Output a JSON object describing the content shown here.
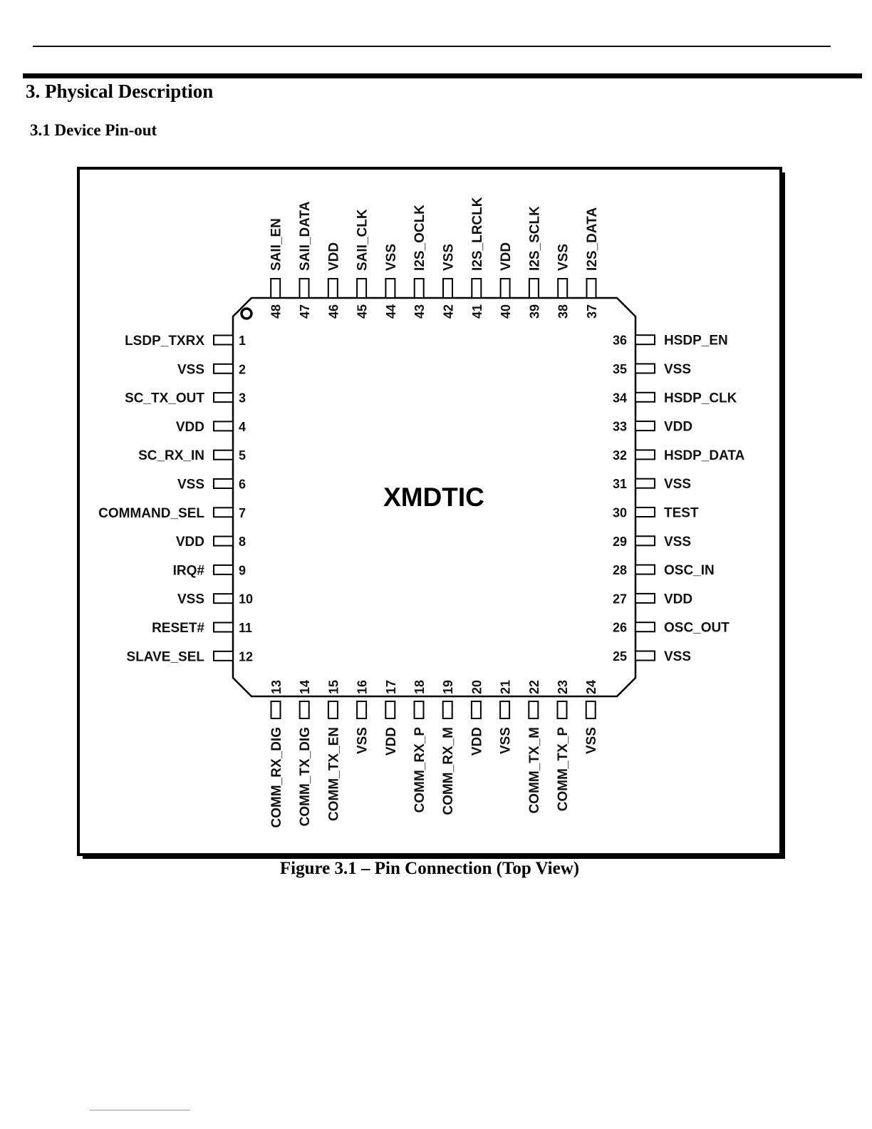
{
  "section_title": "3. Physical Description",
  "subsection_title": "3.1 Device Pin-out",
  "diagram": {
    "chip_name": "XMDTIC",
    "pins_left": [
      {
        "num": "1",
        "name": "LSDP_TXRX"
      },
      {
        "num": "2",
        "name": "VSS"
      },
      {
        "num": "3",
        "name": "SC_TX_OUT"
      },
      {
        "num": "4",
        "name": "VDD"
      },
      {
        "num": "5",
        "name": "SC_RX_IN"
      },
      {
        "num": "6",
        "name": "VSS"
      },
      {
        "num": "7",
        "name": "COMMAND_SEL"
      },
      {
        "num": "8",
        "name": "VDD"
      },
      {
        "num": "9",
        "name": "IRQ#"
      },
      {
        "num": "10",
        "name": "VSS"
      },
      {
        "num": "11",
        "name": "RESET#"
      },
      {
        "num": "12",
        "name": "SLAVE_SEL"
      }
    ],
    "pins_bottom": [
      {
        "num": "13",
        "name": "COMM_RX_DIG"
      },
      {
        "num": "14",
        "name": "COMM_TX_DIG"
      },
      {
        "num": "15",
        "name": "COMM_TX_EN"
      },
      {
        "num": "16",
        "name": "VSS"
      },
      {
        "num": "17",
        "name": "VDD"
      },
      {
        "num": "18",
        "name": "COMM_RX_P"
      },
      {
        "num": "19",
        "name": "COMM_RX_M"
      },
      {
        "num": "20",
        "name": "VDD"
      },
      {
        "num": "21",
        "name": "VSS"
      },
      {
        "num": "22",
        "name": "COMM_TX_M"
      },
      {
        "num": "23",
        "name": "COMM_TX_P"
      },
      {
        "num": "24",
        "name": "VSS"
      }
    ],
    "pins_right": [
      {
        "num": "25",
        "name": "VSS"
      },
      {
        "num": "26",
        "name": "OSC_OUT"
      },
      {
        "num": "27",
        "name": "VDD"
      },
      {
        "num": "28",
        "name": "OSC_IN"
      },
      {
        "num": "29",
        "name": "VSS"
      },
      {
        "num": "30",
        "name": "TEST"
      },
      {
        "num": "31",
        "name": "VSS"
      },
      {
        "num": "32",
        "name": "HSDP_DATA"
      },
      {
        "num": "33",
        "name": "VDD"
      },
      {
        "num": "34",
        "name": "HSDP_CLK"
      },
      {
        "num": "35",
        "name": "VSS"
      },
      {
        "num": "36",
        "name": "HSDP_EN"
      }
    ],
    "pins_top": [
      {
        "num": "37",
        "name": "I2S_DATA"
      },
      {
        "num": "38",
        "name": "VSS"
      },
      {
        "num": "39",
        "name": "I2S_SCLK"
      },
      {
        "num": "40",
        "name": "VDD"
      },
      {
        "num": "41",
        "name": "I2S_LRCLK"
      },
      {
        "num": "42",
        "name": "VSS"
      },
      {
        "num": "43",
        "name": "I2S_OCLK"
      },
      {
        "num": "44",
        "name": "VSS"
      },
      {
        "num": "45",
        "name": "SAII_CLK"
      },
      {
        "num": "46",
        "name": "VDD"
      },
      {
        "num": "47",
        "name": "SAII_DATA"
      },
      {
        "num": "48",
        "name": "SAII_EN"
      }
    ]
  },
  "figure_caption": "Figure 3.1 – Pin Connection (Top View)"
}
